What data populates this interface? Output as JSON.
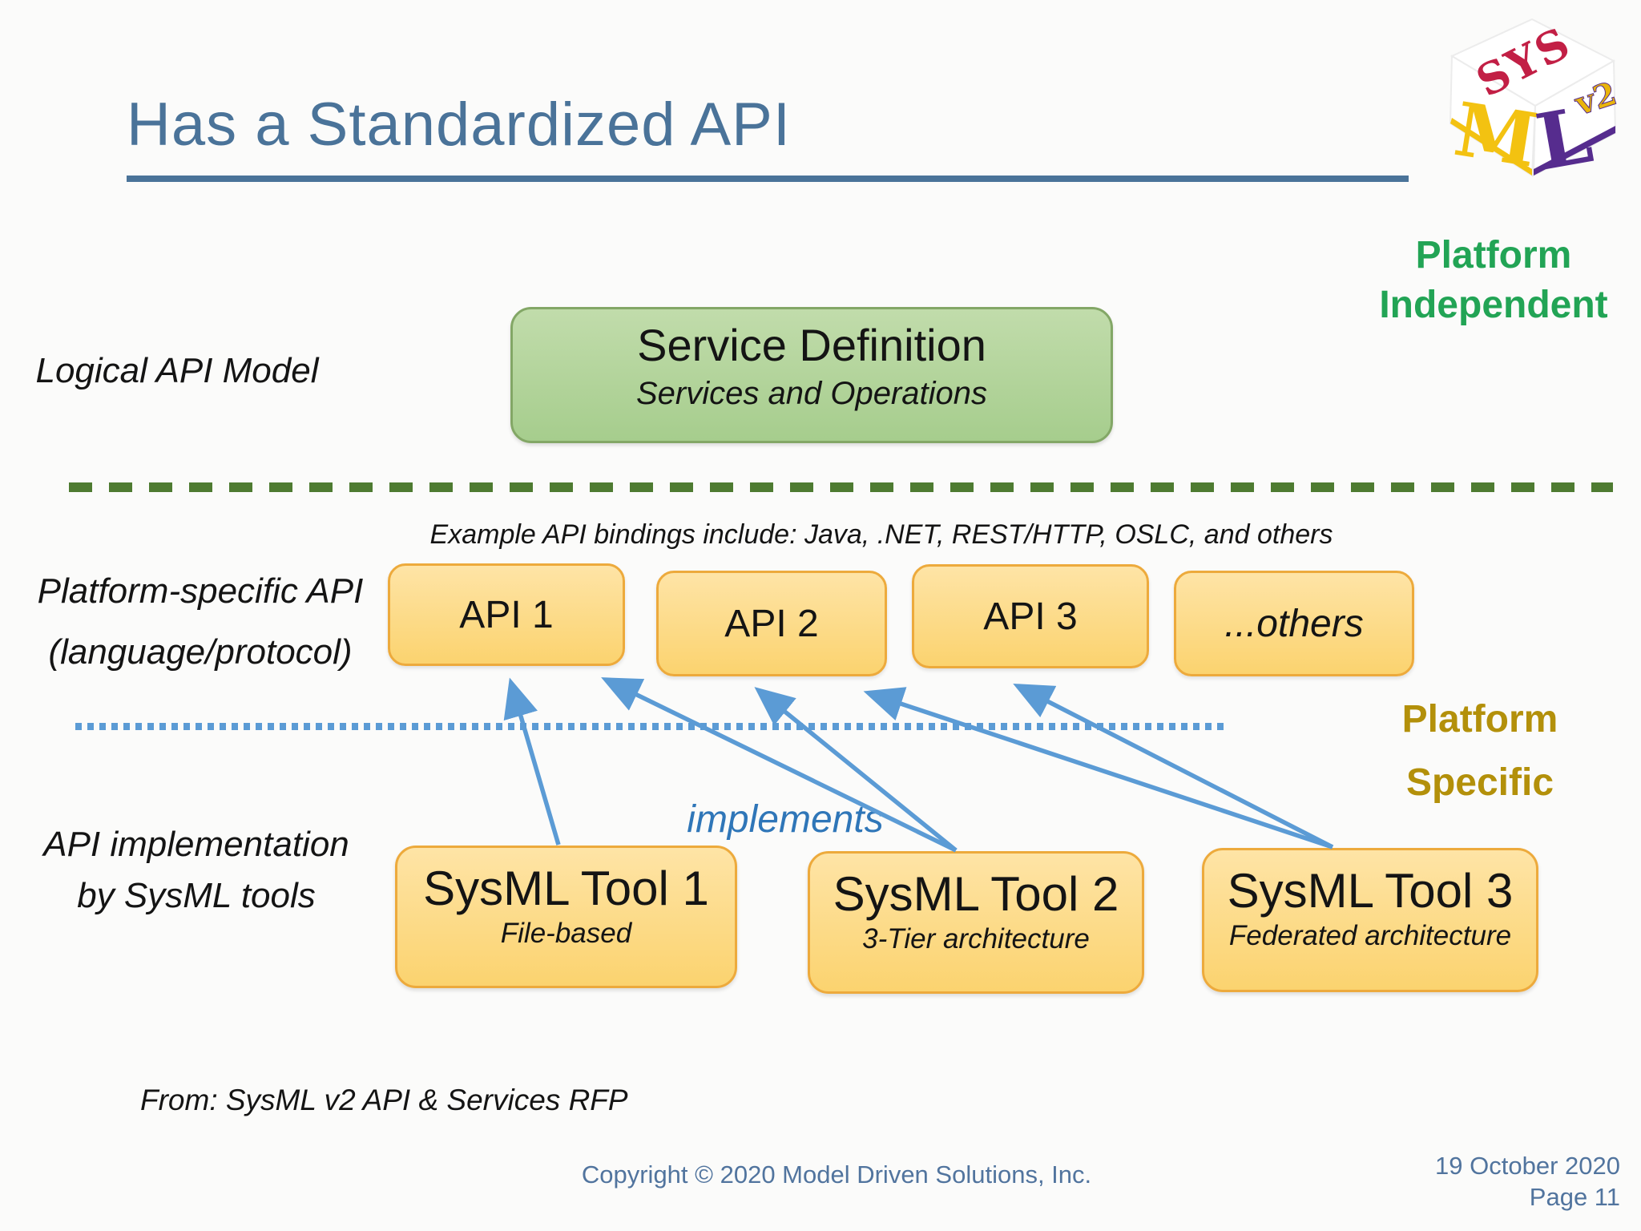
{
  "title": {
    "text": "Has a Standardized API"
  },
  "logo": {
    "sys": "SYS",
    "m": "M",
    "l": "L",
    "v2": "v2"
  },
  "platform_independent": {
    "line1": "Platform",
    "line2": "Independent"
  },
  "platform_specific": {
    "line1": "Platform",
    "line2": "Specific"
  },
  "logical_row": {
    "label": "Logical API Model",
    "service_box": {
      "title": "Service Definition",
      "subtitle": "Services and Operations"
    }
  },
  "bindings_note": "Example API bindings include: Java, .NET, REST/HTTP, OSLC, and others",
  "api_row": {
    "label_line1": "Platform-specific API",
    "label_line2": "(language/protocol)",
    "boxes": [
      {
        "label": "API 1"
      },
      {
        "label": "API 2"
      },
      {
        "label": "API 3"
      },
      {
        "label": "...others"
      }
    ]
  },
  "implements_label": "implements",
  "tools_row": {
    "label_line1": "API implementation",
    "label_line2": "by SysML tools",
    "boxes": [
      {
        "title": "SysML Tool 1",
        "subtitle": "File-based"
      },
      {
        "title": "SysML Tool 2",
        "subtitle": "3-Tier architecture"
      },
      {
        "title": "SysML Tool 3",
        "subtitle": "Federated architecture"
      }
    ]
  },
  "source_note": "From: SysML v2 API & Services RFP",
  "footer": {
    "copyright": "Copyright © 2020 Model Driven Solutions, Inc.",
    "date": "19 October 2020",
    "page": "Page 11"
  },
  "colors": {
    "title_blue": "#4a7399",
    "green_box_fill_top": "#c1dcab",
    "green_box_fill_bottom": "#a6cd8d",
    "green_box_border": "#83a766",
    "platform_independent_green": "#22a455",
    "platform_specific_gold": "#b3900a",
    "dash_green": "#4e7b31",
    "orange_fill_top": "#fee4a6",
    "orange_fill_bottom": "#fbd36f",
    "orange_border": "#edaa3c",
    "arrow_blue": "#5b9bd5",
    "implements_blue": "#2f76b8",
    "footer_blue": "#51749e",
    "text_black": "#141414"
  }
}
